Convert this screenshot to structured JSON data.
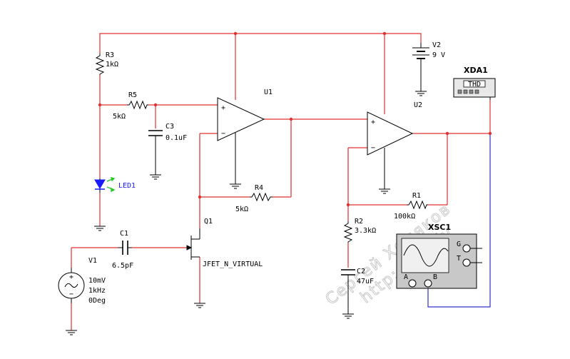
{
  "colors": {
    "wire_red": "#e03030",
    "wire_blue": "#3030c8",
    "component": "#000000",
    "led_blue": "#1a1aff",
    "led_arrows": "#22cc22",
    "instrument_bg": "#e8e8e8",
    "xsc_bg": "#c8c8c8"
  },
  "components": {
    "r3": {
      "ref": "R3",
      "value": "1kΩ"
    },
    "r5": {
      "ref": "R5",
      "value": "5kΩ"
    },
    "c3": {
      "ref": "C3",
      "value": "0.1uF"
    },
    "led": {
      "ref": "LED1"
    },
    "u1": {
      "ref": "U1"
    },
    "u2": {
      "ref": "U2"
    },
    "r4": {
      "ref": "R4",
      "value": "5kΩ"
    },
    "q1": {
      "ref": "Q1",
      "model": "JFET_N_VIRTUAL"
    },
    "c1": {
      "ref": "C1",
      "value": "6.5pF"
    },
    "v1": {
      "ref": "V1",
      "amp": "10mV",
      "freq": "1kHz",
      "phase": "0Deg"
    },
    "v2": {
      "ref": "V2",
      "value": "9 V"
    },
    "r1": {
      "ref": "R1",
      "value": "100kΩ"
    },
    "r2": {
      "ref": "R2",
      "value": "3.3kΩ"
    },
    "c2": {
      "ref": "C2",
      "value": "47uF"
    }
  },
  "instruments": {
    "xda": {
      "ref": "XDA1",
      "label": "THD"
    },
    "xsc": {
      "ref": "XSC1",
      "terminals": [
        "G",
        "T",
        "A",
        "B"
      ]
    }
  },
  "opamp_pins": {
    "plus": "+",
    "minus": "−"
  },
  "watermark": {
    "line1": "Сергей Хомяков",
    "line2": "http://kxx.ly"
  }
}
